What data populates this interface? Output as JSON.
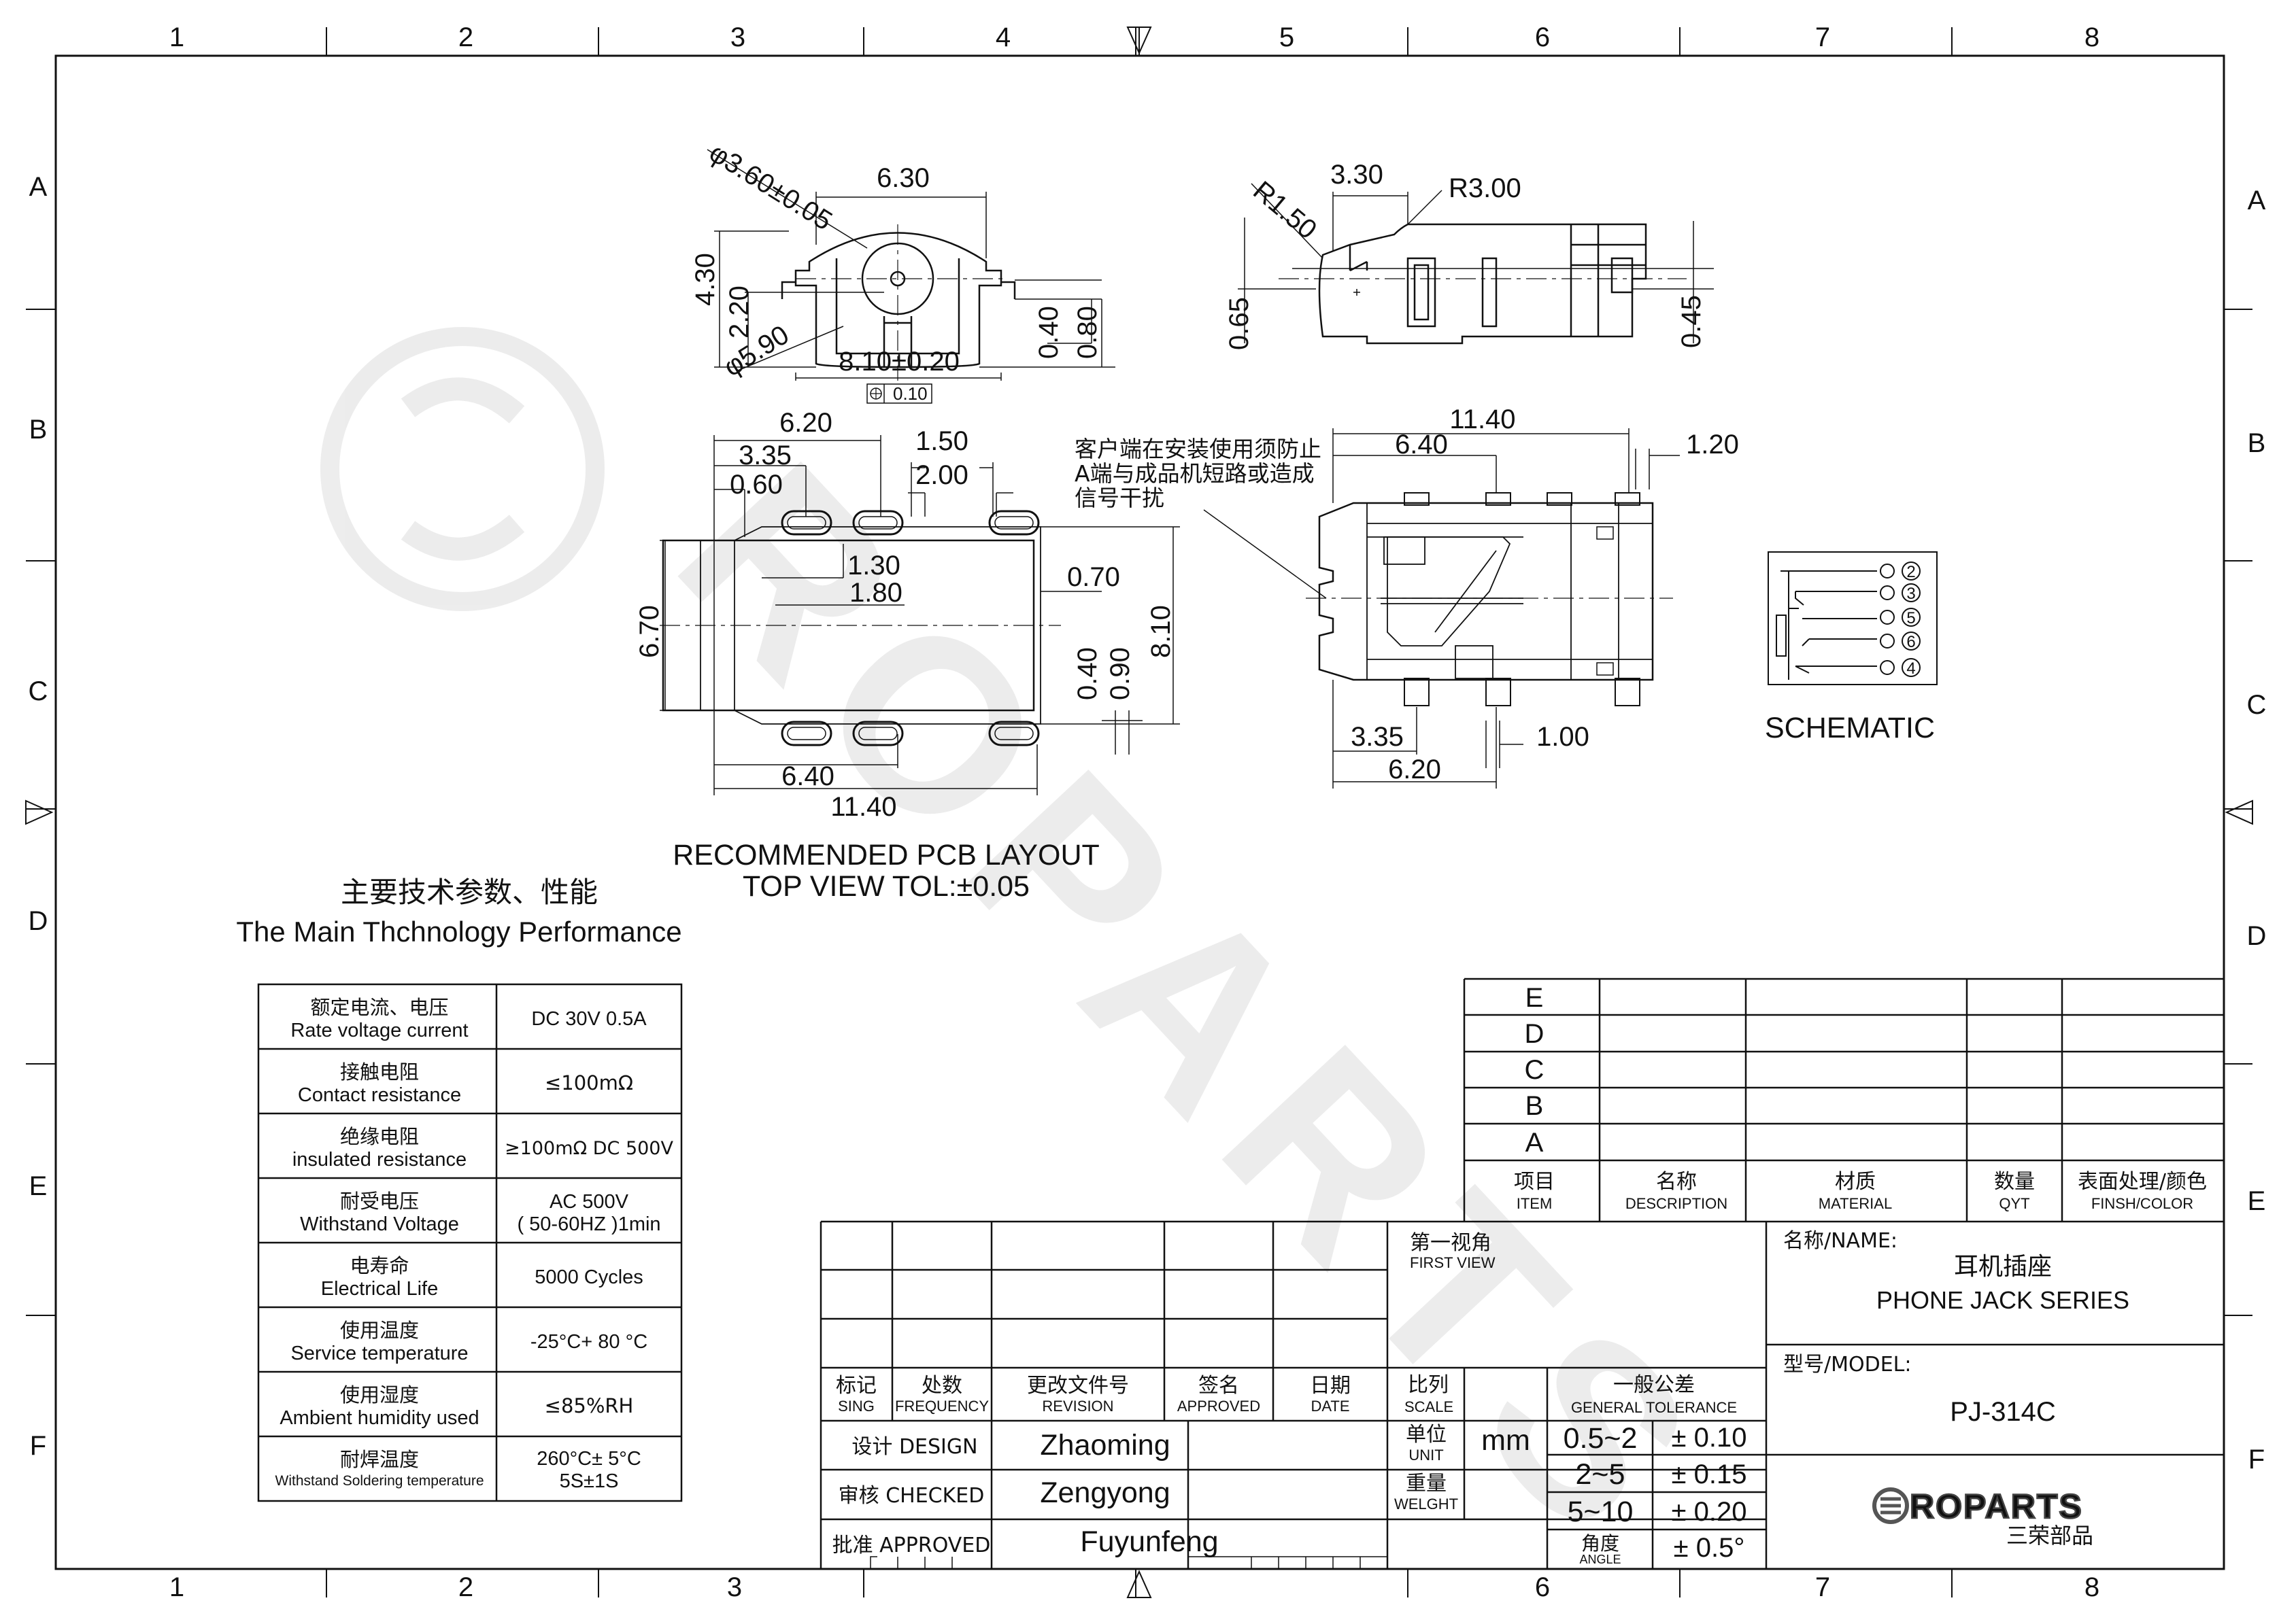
{
  "frame": {
    "columns": [
      "1",
      "2",
      "3",
      "4",
      "5",
      "6",
      "7",
      "8"
    ],
    "rows": [
      "A",
      "B",
      "C",
      "D",
      "E",
      "F"
    ]
  },
  "views": {
    "front": {
      "dims": [
        "φ3.60±0.05",
        "6.30",
        "4.30",
        "2.20",
        "φ5.90",
        "8.10±0.20",
        "0.40",
        "0.80",
        "0.10"
      ]
    },
    "side": {
      "dims": [
        "3.30",
        "R3.00",
        "R1.50",
        "0.65",
        "0.45"
      ]
    },
    "pcb": {
      "dims": [
        "6.20",
        "3.35",
        "0.60",
        "1.50",
        "2.00",
        "1.30",
        "1.80",
        "0.70",
        "6.70",
        "0.40",
        "0.90",
        "8.10",
        "6.40",
        "11.40"
      ],
      "title_line1": "RECOMMENDED PCB LAYOUT",
      "title_line2": "TOP VIEW TOL:±0.05"
    },
    "top": {
      "dims": [
        "11.40",
        "6.40",
        "1.20",
        "3.35",
        "6.20",
        "1.00"
      ],
      "note": [
        "客户端在安装使用须防止",
        "A端与成品机短路或造成",
        "信号干扰"
      ]
    },
    "schematic": {
      "label": "SCHEMATIC",
      "pins": [
        "2",
        "3",
        "5",
        "6",
        "4"
      ]
    }
  },
  "performance": {
    "title_cn": "主要技术参数、性能",
    "title_en": "The Main Thchnology Performance",
    "rows": [
      {
        "cn": "额定电流、电压",
        "en": "Rate voltage current",
        "value": "DC 30V   0.5A"
      },
      {
        "cn": "接触电阻",
        "en": "Contact resistance",
        "value": "≤100mΩ"
      },
      {
        "cn": "绝缘电阻",
        "en": "insulated resistance",
        "value": "≥100mΩ DC 500V"
      },
      {
        "cn": "耐受电压",
        "en": "Withstand Voltage",
        "value": "AC 500V",
        "value2": "( 50-60HZ )1min"
      },
      {
        "cn": "电寿命",
        "en": "Electrical Life",
        "value": "5000 Cycles"
      },
      {
        "cn": "使用温度",
        "en": "Service temperature",
        "value": "-25°C+ 80 °C"
      },
      {
        "cn": "使用湿度",
        "en": "Ambient humidity used",
        "value": "≤85%RH"
      },
      {
        "cn": "耐焊温度",
        "en": "Withstand Soldering temperature",
        "value": "260°C± 5°C",
        "value2": "5S±1S"
      }
    ]
  },
  "bom": {
    "letters": [
      "E",
      "D",
      "C",
      "B",
      "A"
    ],
    "headers": [
      {
        "cn": "项目",
        "en": "ITEM"
      },
      {
        "cn": "名称",
        "en": "DESCRIPTION"
      },
      {
        "cn": "材质",
        "en": "MATERIAL"
      },
      {
        "cn": "数量",
        "en": "QYT"
      },
      {
        "cn": "表面处理/颜色",
        "en": "FINSH/COLOR"
      }
    ]
  },
  "title_block": {
    "revision_headers": [
      {
        "cn": "标记",
        "en": "SING"
      },
      {
        "cn": "处数",
        "en": "FREQUENCY"
      },
      {
        "cn": "更改文件号",
        "en": "REVISION"
      },
      {
        "cn": "签名",
        "en": "APPROVED"
      },
      {
        "cn": "日期",
        "en": "DATE"
      }
    ],
    "design_label": "设计 DESIGN",
    "design_name": "Zhaoming",
    "checked_label": "审核 CHECKED",
    "checked_name": "Zengyong",
    "approved_label": "批准 APPROVED",
    "approved_name": "Fuyunfeng",
    "first_view_cn": "第一视角",
    "first_view_en": "FIRST VIEW",
    "scale_cn": "比列",
    "scale_en": "SCALE",
    "unit_cn": "单位",
    "unit_en": "UNIT",
    "unit_value": "mm",
    "weight_cn": "重量",
    "weight_en": "WELGHT",
    "tol_cn": "一般公差",
    "tol_en": "GENERAL TOLERANCE",
    "tolerances": [
      {
        "range": "0.5~2",
        "tol": "± 0.10"
      },
      {
        "range": "2~5",
        "tol": "± 0.15"
      },
      {
        "range": "5~10",
        "tol": "± 0.20"
      }
    ],
    "angle_cn": "角度",
    "angle_en": "ANGLE",
    "angle_tol": "± 0.5°",
    "name_label": "名称/NAME:",
    "name_cn": "耳机插座",
    "name_en": "PHONE JACK SERIES",
    "model_label": "型号/MODEL:",
    "model_value": "PJ-314C",
    "logo_text": "ROPARTS",
    "logo_cn": "三荣部品"
  }
}
